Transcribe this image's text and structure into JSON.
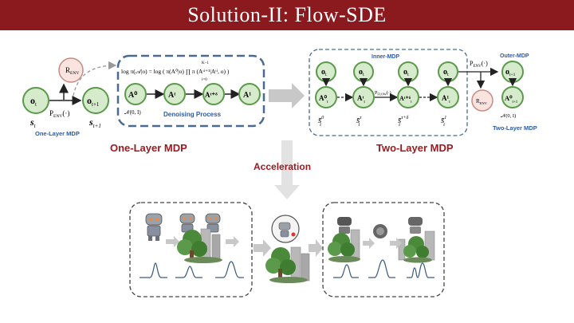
{
  "title": "Solution-II: Flow-SDE",
  "one_layer": {
    "r_env": "R",
    "r_env_sub": "ENV",
    "o_t": "o",
    "o_t_sub": "t",
    "o_t1": "o",
    "o_t1_sub": "t+1",
    "p_env": "P",
    "p_env_sub": "ENV",
    "p_env_arg": "(·)",
    "s_t": "s",
    "s_t_sub": "t",
    "s_t1": "s",
    "s_t1_sub": "t+1",
    "caption_small": "One-Layer MDP",
    "caption_big": "One-Layer MDP"
  },
  "denoising": {
    "formula": "log π(𝒜|o) = log ( π(A⁰|o) ∏ π (Aᵗⁱ⁺¹|Aᵗⁱ, o) )",
    "prod_top": "K−1",
    "prod_bottom": "i=0",
    "nodes": [
      "A⁰",
      "Aᵗ",
      "Aᵗ⁺ᵟ",
      "A¹"
    ],
    "noise": "𝒩(0, I)",
    "label": "Denoising Process"
  },
  "two_layer": {
    "inner_label": "Inner-MDP",
    "outer_label": "Outer-MDP",
    "o_nodes": [
      "o",
      "o",
      "o",
      "o"
    ],
    "o_sub": "t",
    "a_nodes": [
      "A⁰",
      "Aᵗ",
      "Aᵗ⁺ᵟ",
      "A¹"
    ],
    "a_sub": "t",
    "s_nodes": [
      "s̄",
      "s̄",
      "s̄",
      "s̄"
    ],
    "s_sups": [
      "0",
      "τ",
      "τ+δ",
      "1"
    ],
    "s_sub": "t",
    "p_flow": "P",
    "p_flow_sub": "FLOW",
    "p_flow_arg": "(·)",
    "p_env": "P",
    "p_env_sub": "ENV",
    "p_env_arg": "(·)",
    "r_env": "R",
    "r_env_sub": "ENV",
    "o_next": "o",
    "o_next_sub": "t+1",
    "a_next": "A⁰",
    "a_next_sub": "t+1",
    "noise": "𝒩(0, I)",
    "caption_small": "Two-Layer MDP",
    "caption_big": "Two-Layer MDP"
  },
  "acceleration_label": "Acceleration",
  "colors": {
    "title_bg": "#8b1a1f",
    "accent_red": "#9b1b20",
    "accent_blue": "#2b5ba8",
    "node_fill": "#d6ebcc",
    "node_stroke": "#5a9a4a",
    "reward_fill": "#fbe4e0",
    "reward_stroke": "#c98a82",
    "arrow_gray": "#c8c8c8"
  }
}
